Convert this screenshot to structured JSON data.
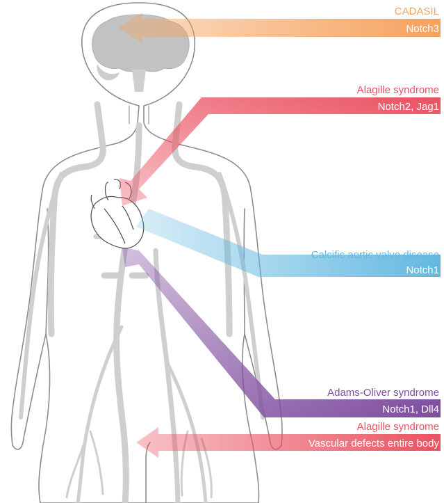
{
  "colors": {
    "orange": "#F5A25D",
    "red": "#EA5160",
    "blue": "#63B8E0",
    "purple": "#7E4C9E",
    "body_outline": "#8c8c8c",
    "vessels": "#cfcfcf",
    "brain": "#c2c2c2",
    "heart_outline": "#555555"
  },
  "annotations": [
    {
      "id": "cadasil",
      "disease": "CADASIL",
      "genes": "Notch3",
      "color_key": "orange",
      "target_organ": "brain",
      "arrow_direction": "left"
    },
    {
      "id": "alagille-heart",
      "disease": "Alagille syndrome",
      "genes": "Notch2, Jag1",
      "color_key": "red",
      "target_organ": "heart",
      "arrow_direction": "diagonal-down-left"
    },
    {
      "id": "cavd",
      "disease": "Calcific aortic valve disease",
      "genes": "Notch1",
      "color_key": "blue",
      "target_organ": "aortic valve",
      "arrow_direction": "diagonal-up-left"
    },
    {
      "id": "adams-oliver",
      "disease": "Adams-Oliver syndrome",
      "genes": "Notch1, Dll4",
      "color_key": "purple",
      "target_organ": "heart",
      "arrow_direction": "diagonal-up-left"
    },
    {
      "id": "alagille-vascular",
      "disease": "Alagille syndrome",
      "genes": "Vascular defects entire body",
      "color_key": "red",
      "target_organ": "vasculature",
      "arrow_direction": "left"
    }
  ]
}
